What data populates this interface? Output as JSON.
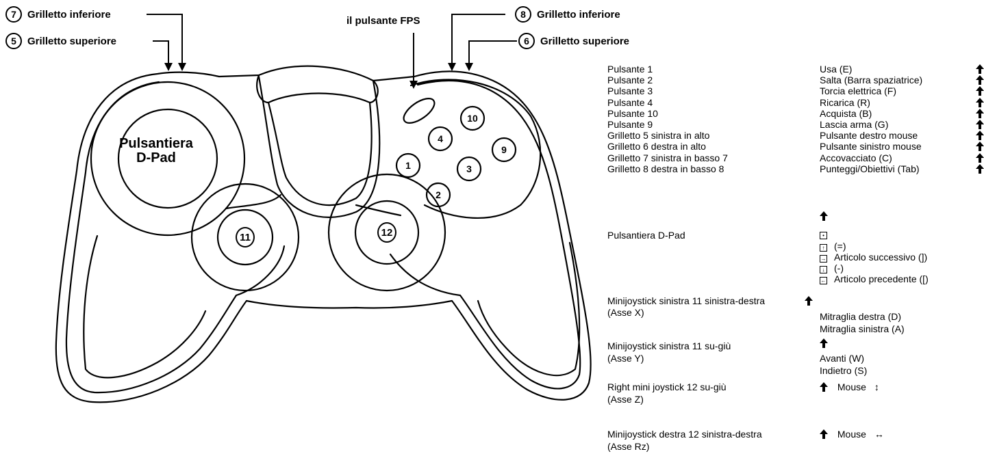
{
  "callouts": {
    "c7": {
      "num": "7",
      "label": "Grilletto inferiore"
    },
    "c5": {
      "num": "5",
      "label": "Grilletto superiore"
    },
    "c8": {
      "num": "8",
      "label": "Grilletto inferiore"
    },
    "c6": {
      "num": "6",
      "label": "Grilletto superiore"
    },
    "fps": "il pulsante FPS"
  },
  "controller": {
    "dpad_line1": "Pulsantiera",
    "dpad_line2": "D-Pad",
    "buttons": [
      "1",
      "2",
      "3",
      "4",
      "9",
      "10"
    ],
    "stick_left": "11",
    "stick_right": "12"
  },
  "mapping": {
    "rows": [
      {
        "control": "Pulsante 1",
        "action": "Usa (E)"
      },
      {
        "control": "Pulsante 2",
        "action": "Salta (Barra spaziatrice)"
      },
      {
        "control": "Pulsante 3",
        "action": "Torcia elettrica (F)"
      },
      {
        "control": "Pulsante 4",
        "action": "Ricarica (R)"
      },
      {
        "control": "Pulsante 10",
        "action": "Acquista (B)"
      },
      {
        "control": "Pulsante 9",
        "action": "Lascia arma (G)"
      },
      {
        "control": "Grilletto 5 sinistra in alto",
        "action": "Pulsante destro mouse"
      },
      {
        "control": "Grilletto 6 destra in alto",
        "action": "Pulsante sinistro mouse"
      },
      {
        "control": "Grilletto 7 sinistra in basso 7",
        "action": "Accovacciato (C)"
      },
      {
        "control": "Grilletto 8 destra in basso 8",
        "action": "Punteggi/Obiettivi (Tab)"
      }
    ],
    "dpad": {
      "control": "Pulsantiera D-Pad",
      "up": "(=)",
      "right": "Articolo successivo (])",
      "down": "(-)",
      "left": "Articolo precedente ([)"
    },
    "stick_left_x": {
      "control1": "Minijoystick sinistra 11 sinistra-destra",
      "control2": "(Asse X)",
      "action1": "Mitraglia destra (D)",
      "action2": "Mitraglia sinistra (A)"
    },
    "stick_left_y": {
      "control1": "Minijoystick sinistra 11 su-giù",
      "control2": "(Asse Y)",
      "action1": "Avanti (W)",
      "action2": "Indietro (S)"
    },
    "stick_right_z": {
      "control1": "Right mini joystick 12 su-giù",
      "control2": "(Asse Z)",
      "action": "Mouse",
      "symbol": "↕"
    },
    "stick_right_rz": {
      "control1": "Minijoystick destra 12 sinistra-destra",
      "control2": "(Asse Rz)",
      "action": "Mouse",
      "symbol": "↔"
    }
  }
}
